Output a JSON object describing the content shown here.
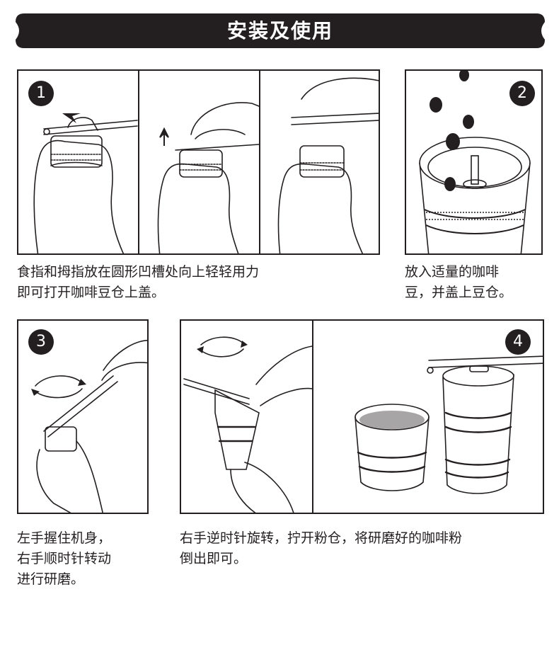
{
  "header": {
    "title": "安装及使用"
  },
  "steps": [
    {
      "number": "1",
      "caption_lines": [
        "食指和拇指放在圆形凹槽处向上轻轻用力",
        "即可打开咖啡豆仓上盖。"
      ]
    },
    {
      "number": "2",
      "caption_lines": [
        "放入适量的咖啡",
        "豆，并盖上豆仓。"
      ]
    },
    {
      "number": "3",
      "caption_lines": [
        "左手握住机身，",
        "右手顺时针转动",
        "进行研磨。"
      ]
    },
    {
      "number": "4",
      "caption_lines": [
        "右手逆时针旋转，拧开粉仓，将研磨好的咖啡粉",
        "倒出即可。"
      ]
    }
  ],
  "colors": {
    "ink": "#231f20",
    "background": "#ffffff",
    "powder": "#a7a5a6"
  }
}
